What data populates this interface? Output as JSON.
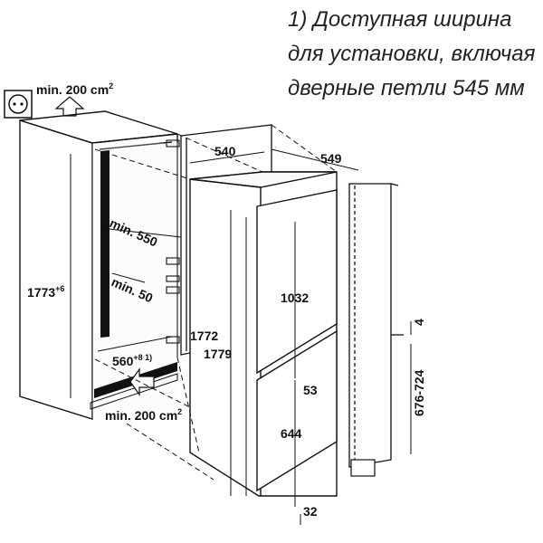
{
  "footnote": {
    "line1": "1) Доступная ширина",
    "line2": "для установки, включая",
    "line3": "дверные петли 545 мм"
  },
  "vent_top": {
    "text": "min. 200 cm",
    "sup": "2"
  },
  "vent_bottom": {
    "text": "min. 200 cm",
    "sup": "2"
  },
  "dims": {
    "d540": "540",
    "d549": "549",
    "d550": "min. 550",
    "d50": "min. 50",
    "d1773": "1773",
    "d1773_sup": "+6",
    "d560": "560",
    "d560_sup": "+8 1)",
    "d1772": "1772",
    "d1779": "1779",
    "d1032": "1032",
    "d53": "53",
    "d644": "644",
    "d32": "32",
    "d4": "4",
    "d676": "676-724"
  },
  "icons": [
    "power-socket-icon",
    "airflow-arrow-icon"
  ]
}
